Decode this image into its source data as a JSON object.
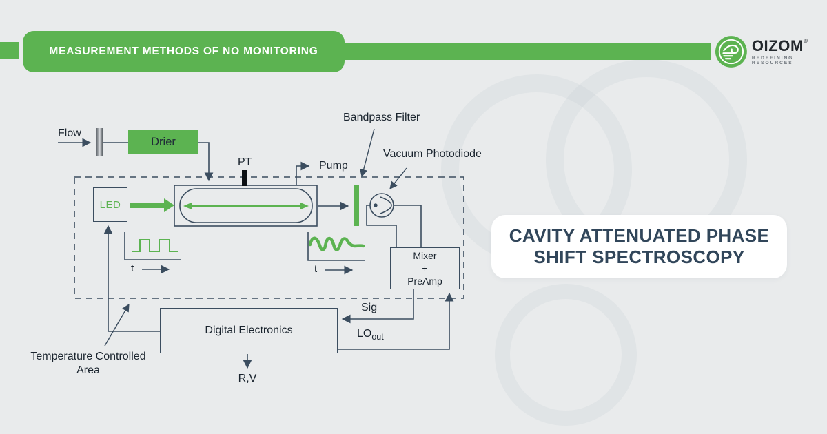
{
  "header": {
    "banner_title": "MEASUREMENT METHODS OF NO MONITORING",
    "logo": {
      "name": "OIZOM",
      "registered_mark": "®",
      "tagline": "REDEFINING RESOURCES"
    }
  },
  "card": {
    "title_lines": [
      "CAVITY ATTENUATED PHASE",
      "SHIFT SPECTROSCOPY"
    ]
  },
  "diagram": {
    "labels": {
      "flow": "Flow",
      "drier": "Drier",
      "pt": "PT",
      "pump": "Pump",
      "bandpass_filter": "Bandpass Filter",
      "vacuum_photodiode": "Vacuum Photodiode",
      "led": "LED",
      "mixer": [
        "Mixer",
        "+",
        "PreAmp"
      ],
      "digital_electronics": "Digital Electronics",
      "sig": "Sig",
      "lo": "LO",
      "lo_sub": "out",
      "rv": "R,V",
      "t_axis_left": "t",
      "t_axis_right": "t",
      "temp_area": [
        "Temperature Controlled",
        "Area"
      ]
    }
  },
  "colors": {
    "green": "#5cb351",
    "line": "#3b4d5f",
    "ink": "#1a242e",
    "card_text": "#31465a",
    "background": "#e9ebec",
    "pt_bar": "#0c1014"
  }
}
